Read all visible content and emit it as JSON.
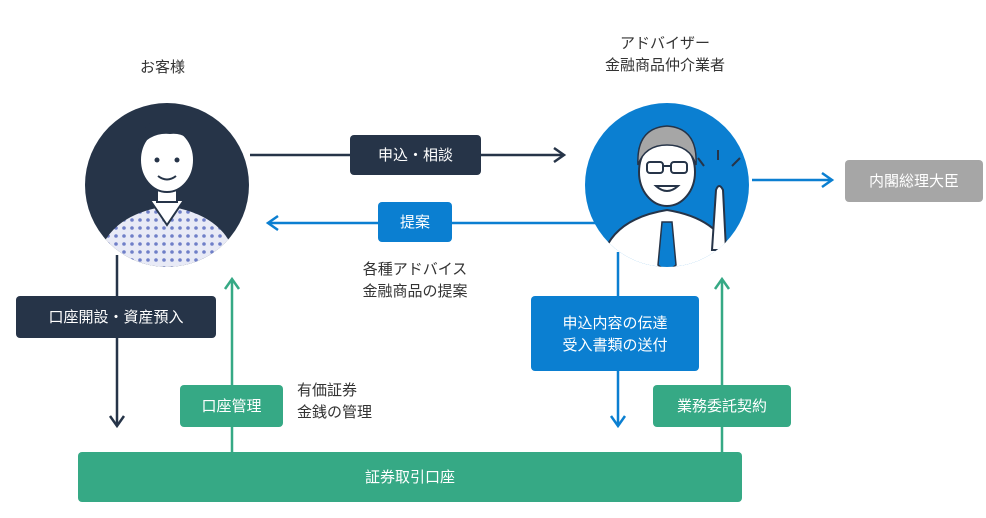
{
  "customer": {
    "label": "お客様"
  },
  "advisor": {
    "label_line1": "アドバイザー",
    "label_line2": "金融商品仲介業者"
  },
  "boxes": {
    "apply_consult": "申込・相談",
    "proposal": "提案",
    "pm": "内閣総理大臣",
    "open_account": "口座開設・資産預入",
    "transmit_line1": "申込内容の伝達",
    "transmit_line2": "受入書類の送付",
    "account_mgmt": "口座管理",
    "outsourcing": "業務委託契約",
    "securities_account": "証券取引口座"
  },
  "notes": {
    "proposal_line1": "各種アドバイス",
    "proposal_line2": "金融商品の提案",
    "mgmt_line1": "有価証券",
    "mgmt_line2": "金銭の管理"
  },
  "colors": {
    "navy": "#263448",
    "blue": "#0b7fd1",
    "green": "#36a985",
    "gray": "#a6a6a6"
  }
}
